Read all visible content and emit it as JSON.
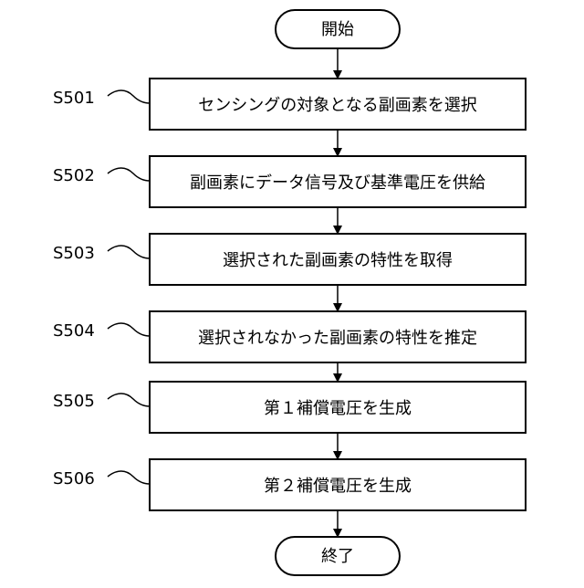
{
  "start": {
    "label": "開始"
  },
  "end": {
    "label": "終了"
  },
  "steps": [
    {
      "id": "S501",
      "label": "センシングの対象となる副画素を選択"
    },
    {
      "id": "S502",
      "label": "副画素にデータ信号及び基準電圧を供給"
    },
    {
      "id": "S503",
      "label": "選択された副画素の特性を取得"
    },
    {
      "id": "S504",
      "label": "選択されなかった副画素の特性を推定"
    },
    {
      "id": "S505",
      "label": "第１補償電圧を生成"
    },
    {
      "id": "S506",
      "label": "第２補償電圧を生成"
    }
  ]
}
